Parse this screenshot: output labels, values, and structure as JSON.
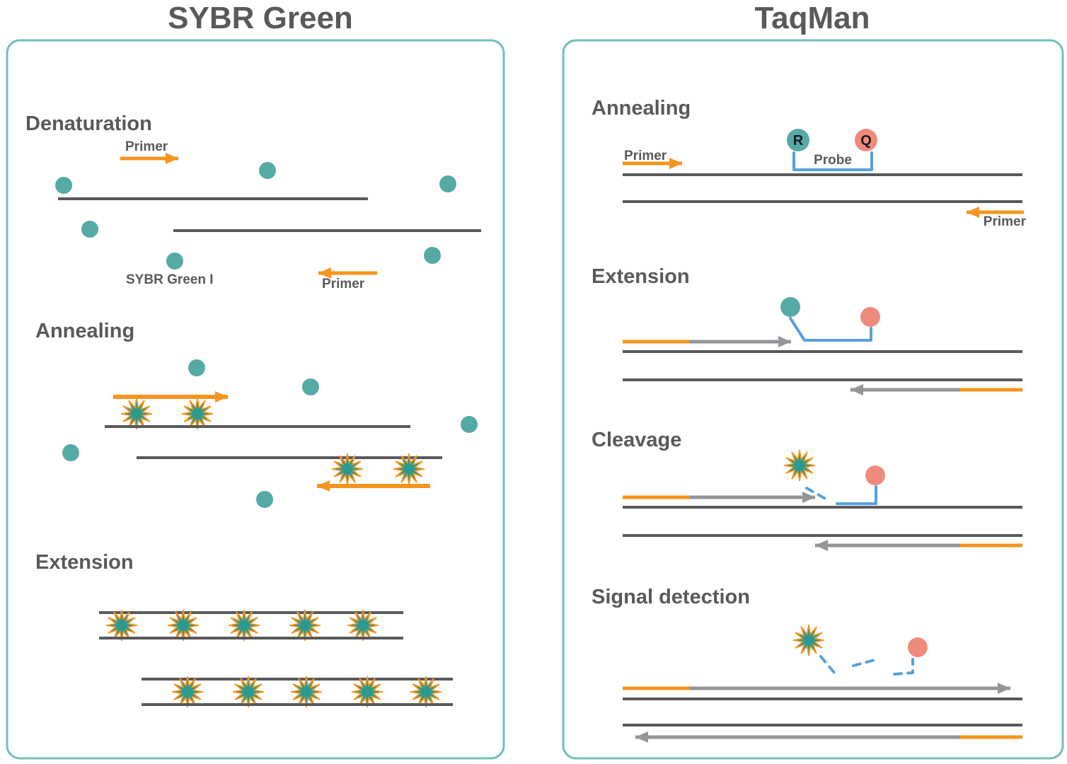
{
  "titles": {
    "left": "SYBR Green",
    "right": "TaqMan"
  },
  "colors": {
    "panel_border": "#6fbfba",
    "heading_text": "#58595b",
    "dna_strand": "#58595b",
    "primer_orange": "#f7941d",
    "dye_teal": "#56aaa6",
    "star_fill": "#2a9a90",
    "quencher_salmon": "#ef8b7d",
    "probe_blue": "#58a0dc",
    "new_strand_gray": "#939598"
  },
  "sybr_green": {
    "denaturation": {
      "heading": "Denaturation",
      "primer_forward_label": "Primer",
      "dye_label": "SYBR Green I",
      "primer_reverse_label": "Primer"
    },
    "annealing": {
      "heading": "Annealing"
    },
    "extension": {
      "heading": "Extension"
    }
  },
  "taqman": {
    "annealing": {
      "heading": "Annealing",
      "primer_forward_label": "Primer",
      "reporter_label": "R",
      "quencher_label": "Q",
      "probe_label": "Probe",
      "primer_reverse_label": "Primer"
    },
    "extension": {
      "heading": "Extension"
    },
    "cleavage": {
      "heading": "Cleavage"
    },
    "signal_detection": {
      "heading": "Signal detection"
    }
  }
}
